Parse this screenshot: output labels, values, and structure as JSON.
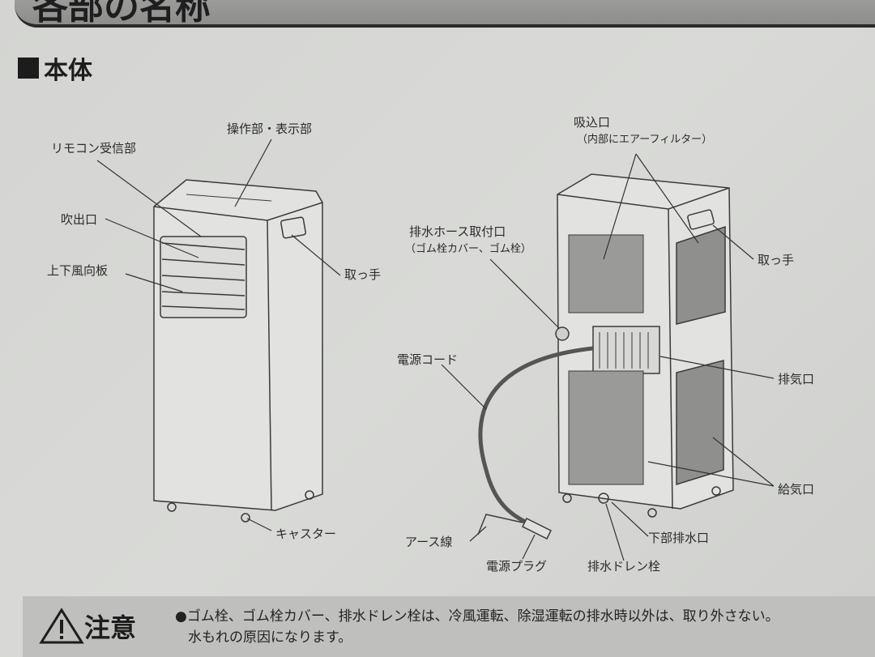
{
  "header": {
    "title": "各部の名称"
  },
  "section": {
    "title": "本体"
  },
  "front_labels": {
    "control_panel": "操作部・表示部",
    "remote_receiver": "リモコン受信部",
    "outlet": "吹出口",
    "louver": "上下風向板",
    "handle": "取っ手",
    "caster": "キャスター"
  },
  "rear_labels": {
    "intake": "吸込口",
    "intake_note": "（内部にエアーフィルター）",
    "drain_hose_port": "排水ホース取付口",
    "drain_hose_port_note": "（ゴム栓カバー、ゴム栓）",
    "handle": "取っ手",
    "power_cord": "電源コード",
    "exhaust": "排気口",
    "air_supply": "給気口",
    "ground_wire": "アース線",
    "power_plug": "電源プラグ",
    "lower_drain": "下部排水口",
    "drain_plug": "排水ドレン栓"
  },
  "caution": {
    "heading": "注意",
    "icon": "warning-triangle-icon",
    "line1": "●ゴム栓、ゴム栓カバー、排水ドレン栓は、冷風運転、除湿運転の排水時以外は、取り外さない。",
    "line2": "水もれの原因になります。"
  }
}
